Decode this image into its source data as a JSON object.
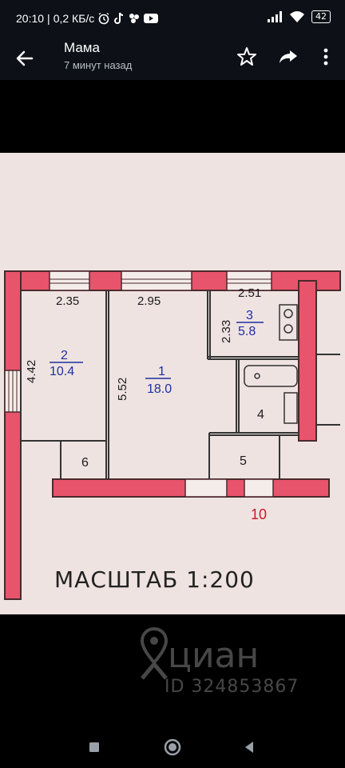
{
  "status": {
    "time": "20:10",
    "speed": "0,2 КБ/с",
    "battery": "42"
  },
  "header": {
    "title": "Мама",
    "subtitle": "7 минут назад"
  },
  "plan": {
    "dims": {
      "room2_width": "2.35",
      "room1_width": "2.95",
      "room3_width": "2.51",
      "room3_height": "2.33",
      "room2_height": "4.42",
      "room1_height": "5.52"
    },
    "rooms": {
      "r1_num": "1",
      "r1_area": "18.0",
      "r2_num": "2",
      "r2_area": "10.4",
      "r3_num": "3",
      "r3_area": "5.8",
      "r4_num": "4",
      "r5_num": "5",
      "r6_num": "6",
      "r10_num": "10"
    },
    "scale": "МАСШТАБ 1:200"
  },
  "watermark": {
    "brand": "циан",
    "id": "ID 324853867"
  },
  "colors": {
    "wall": "#e8546b",
    "paper": "#f3e9e6",
    "blue_text": "#1f2fa0",
    "red_text": "#d0172a"
  },
  "icons": [
    "back-arrow-icon",
    "star-icon",
    "share-icon",
    "more-vert-icon",
    "alarm-icon",
    "tiktok-icon",
    "dots-icon",
    "youtube-icon",
    "signal-icon",
    "wifi-icon",
    "battery-icon",
    "nav-square-icon",
    "nav-circle-icon",
    "nav-triangle-icon"
  ]
}
